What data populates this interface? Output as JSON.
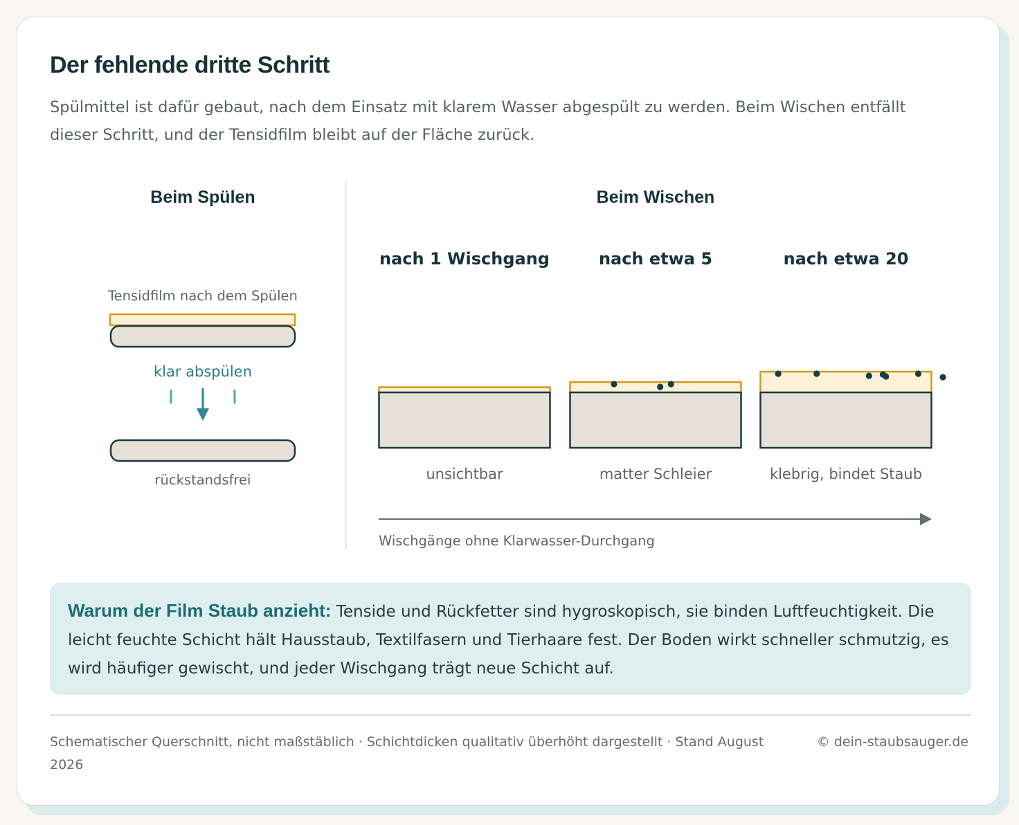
{
  "header": {
    "title": "Der fehlende dritte Schritt",
    "subtitle": "Spülmittel ist dafür gebaut, nach dem Einsatz mit klarem Wasser abgespült zu werden. Beim Wischen entfällt dieser Schritt, und der Tensidfilm bleibt auf der Fläche zurück."
  },
  "rinse": {
    "heading": "Beim Spülen",
    "film_label": "Tensidfilm nach dem Spülen",
    "action_label": "klar abspülen",
    "result_label": "rückstandsfrei"
  },
  "wipe": {
    "heading": "Beim Wischen",
    "stages": [
      {
        "label": "nach 1 Wischgang",
        "caption": "unsichtbar",
        "film_level": 1,
        "dust_particles": 0
      },
      {
        "label": "nach etwa 5",
        "caption": "matter Schleier",
        "film_level": 2,
        "dust_particles": 3
      },
      {
        "label": "nach etwa 20",
        "caption": "klebrig, bindet Staub",
        "film_level": 4,
        "dust_particles": 7
      }
    ],
    "axis_label": "Wischgänge ohne Klarwasser-Durchgang"
  },
  "colors": {
    "film_stroke": "#d49a1c",
    "film_fill": "#fdf1d8",
    "surface_fill": "#e6e0d7",
    "surface_stroke": "#183a40",
    "accent_teal": "#2d8794",
    "dust": "#163f45"
  },
  "callout": {
    "lead": "Warum der Film Staub anzieht:",
    "text": " Tenside und Rückfetter sind hygroskopisch, sie binden Luftfeuchtigkeit. Die leicht feuchte Schicht hält Hausstaub, Textilfasern und Tierhaare fest. Der Boden wirkt schneller schmutzig, es wird häufiger gewischt, und jeder Wischgang trägt neue Schicht auf."
  },
  "footer": {
    "note": "Schematischer Querschnitt, nicht maßstäblich · Schichtdicken qualitativ überhöht dargestellt · Stand August 2026",
    "credit": "© dein-staubsauger.de"
  }
}
